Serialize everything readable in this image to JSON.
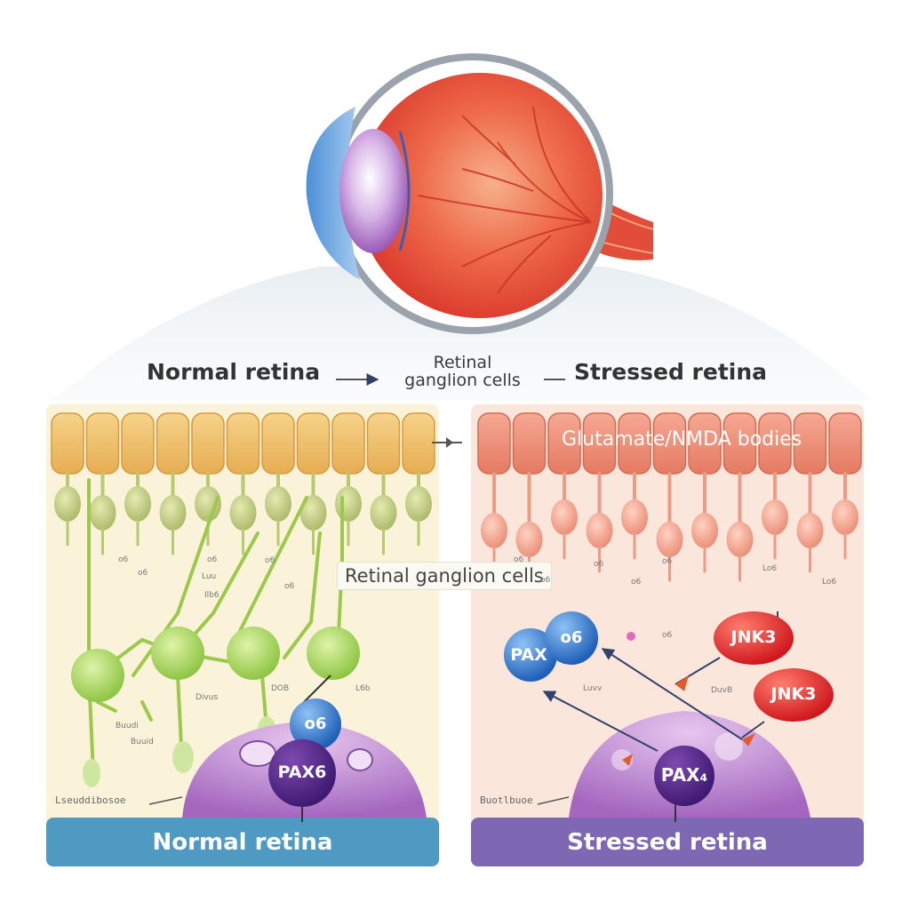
{
  "header": {
    "left_label": "Normal retina",
    "center_label_line1": "Retinal",
    "center_label_line2": "ganglion cells",
    "right_label": "Stressed retina"
  },
  "left_panel": {
    "center_box_label": "Retinal ganglion cells",
    "node_top": "o6",
    "node_bottom": "PAX6",
    "corner_label": "Lseuddibosoe",
    "banner": "Normal retina",
    "tiny_labels": [
      "o6",
      "o6",
      "Luu",
      "o6",
      "o6",
      "o6",
      "Ilb6",
      "Divus",
      "DOB",
      "L6b",
      "Buudi",
      "Buuid"
    ]
  },
  "right_panel": {
    "top_label": "Glutamate/NMDA bodies",
    "node_pax": "PAX",
    "node_o6": "o6",
    "node_jnk_a": "JNK3",
    "node_jnk_b": "JNK3",
    "node_bottom": "PAX₄",
    "corner_label": "Buotlbuoe",
    "banner": "Stressed retina",
    "tiny_labels": [
      "o6",
      "o6",
      "o6",
      "Lo6",
      "o6",
      "o6",
      "Lo6",
      "Luvv",
      "o6",
      "DuvB"
    ]
  },
  "colors": {
    "left_banner": "#4f9ac2",
    "right_banner": "#7e68b4",
    "left_panel_bg": "#faf3d9",
    "right_panel_bg": "#fbe6dc",
    "pax6_node": "#3577c8",
    "jnk3_node": "#e02b2b",
    "nucleus": "#b47ec8"
  }
}
